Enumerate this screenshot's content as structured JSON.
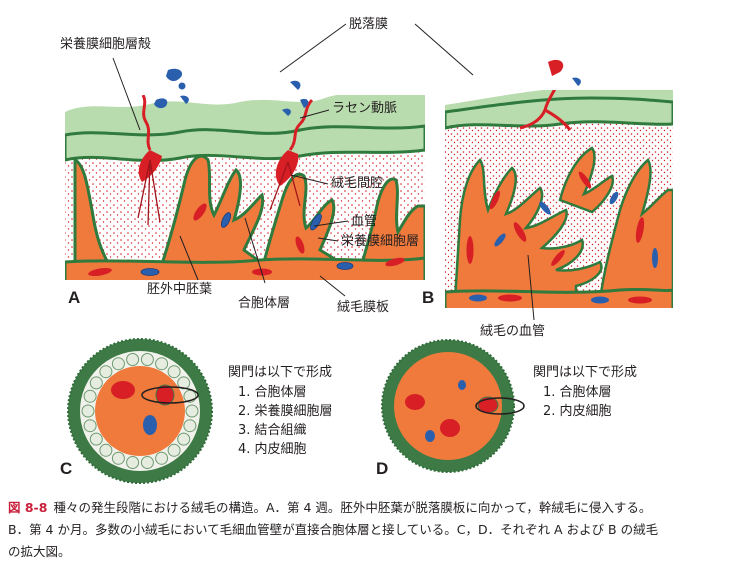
{
  "labels": {
    "trophoblast_shell": "栄養膜細胞層殻",
    "decidua": "脱落膜",
    "spiral_artery": "ラセン動脈",
    "intervillous_space": "絨毛間腔",
    "blood_vessel": "血管",
    "cytotrophoblast": "栄養膜細胞層",
    "extraembryonic_mesoderm": "胚外中胚葉",
    "syncytium": "合胞体層",
    "chorionic_plate": "絨毛膜板",
    "villous_vessels": "絨毛の血管"
  },
  "panels": {
    "a": "A",
    "b": "B",
    "c": "C",
    "d": "D"
  },
  "barrier_c": {
    "title": "関門は以下で形成",
    "items": [
      "1. 合胞体層",
      "2. 栄養膜細胞層",
      "3. 結合組織",
      "4. 内皮細胞"
    ]
  },
  "barrier_d": {
    "title": "関門は以下で形成",
    "items": [
      "1. 合胞体層",
      "2. 内皮細胞"
    ]
  },
  "caption": {
    "number": "図 8-8",
    "line1": "種々の発生段階における絨毛の構造。A．第 4 週。胚外中胚葉が脱落膜板に向かって，幹絨毛に侵入する。",
    "line2": "B．第 4 か月。多数の小絨毛において毛細血管壁が直接合胞体層と接している。C，D．それぞれ A および B の絨毛",
    "line3": "の拡大図。"
  },
  "colors": {
    "decidua_green": "#b9dcae",
    "border_green": "#2f7a3c",
    "mesoderm_orange": "#ef7a3c",
    "blood_red": "#d81f26",
    "vessel_blue": "#2a5fae",
    "caption_red": "#c8203a"
  }
}
